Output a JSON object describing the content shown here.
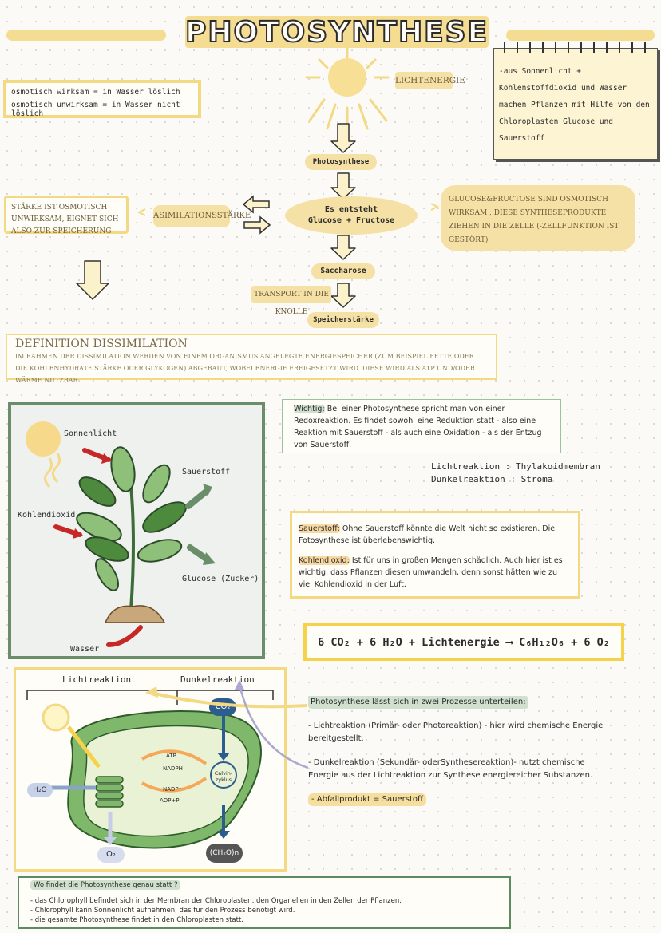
{
  "title": "PHOTOSYNTHESE",
  "osmotic": {
    "line1": "osmotisch wirksam = in Wasser löslich",
    "line2": "osmotisch unwirksam = in Wasser nicht löslich"
  },
  "light_label": "LICHTENERGIE",
  "note_card": "-aus Sonnenlicht + Kohlenstoffdioxid und Wasser machen Pflanzen mit Hilfe von den Chloroplasten Glucose und Sauerstoff",
  "flow": {
    "photosynthese": "Photosynthese",
    "glucose": "Es entsteht Glucose + Fructose",
    "saccharose": "Saccharose",
    "transport": "TRANSPORT IN DIE KNOLLE",
    "speicherstaerke": "Speicherstärke",
    "assim": "ASIMILATIONSSTÄRKE",
    "staerke_note": "STÄRKE IST OSMOTISCH UNWIRKSAM, EIGNET SICH ALSO ZUR SPEICHERUNG",
    "glucose_note": "GLUCOSE&FRUCTOSE SIND OSMOTISCH WIRKSAM , DIESE SYNTHESEPRODUKTE ZIEHEN IN DIE ZELLE (-ZELLFUNKTION IST GESTÖRT)"
  },
  "definition": {
    "heading": "DEFINITION DISSIMILATION",
    "text": "IM RAHMEN DER DISSIMILATION WERDEN VON EINEM ORGANISMUS ANGELEGTE ENERGIESPEICHER (ZUM BEISPIEL FETTE ODER DIE KOHLENHYDRATE STÄRKE ODER GLYKOGEN) ABGEBAUT, WOBEI ENERGIE FREIGESETZT WIRD. DIESE WIRD ALS ATP UND/ODER WÄRME NUTZBAR."
  },
  "plant": {
    "sonnenlicht": "Sonnenlicht",
    "sauerstoff": "Sauerstoff",
    "kohlendioxid": "Kohlendioxid",
    "glucose": "Glucose (Zucker)",
    "wasser": "Wasser"
  },
  "wichtig": {
    "label": "Wichtig:",
    "text": "Bei einer Photosynthese spricht man von einer Redoxreaktion. Es findet sowohl eine Reduktion statt - also eine Reaktion mit Sauerstoff - als auch eine Oxidation - als der Entzug von Sauerstoff."
  },
  "reaktion_orte": {
    "licht": "Lichtreaktion : Thylakoidmembran",
    "dunkel": "Dunkelreaktion : Stroma"
  },
  "sauerstoff_box": {
    "label1": "Sauerstoff:",
    "text1": "Ohne Sauerstoff könnte die Welt nicht so existieren. Die Fotosynthese ist überlebenswichtig.",
    "label2": "Kohlendioxid:",
    "text2": "Ist für uns in großen Mengen schädlich. Auch hier ist es wichtig, dass Pflanzen diesen umwandeln, denn sonst hätten wie zu viel Kohlendioxid in der Luft."
  },
  "equation": "6 CO₂ + 6 H₂O + Lichtenergie ⟶ C₆H₁₂O₆ + 6 O₂",
  "chloroplast": {
    "licht": "Lichtreaktion",
    "dunkel": "Dunkelreaktion",
    "co2": "CO₂",
    "h2o": "H₂O",
    "o2": "O₂",
    "ch2o": "(CH₂O)n",
    "atp": "ATP",
    "nadph": "NADPH",
    "adp": "ADP+Pi",
    "nadp": "NADP⁺",
    "calvin": "Calvin-zyklus"
  },
  "processes": {
    "intro": "Photosynthese lässt sich in zwei Prozesse unterteilen:",
    "licht": "- Lichtreaktion (Primär- oder Photoreaktion) - hier wird chemische Energie bereitgestellt.",
    "dunkel": "- Dunkelreaktion (Sekundär- oderSynthesereaktion)- nutzt chemische Energie aus der Lichtreaktion zur Synthese energiereicher Substanzen.",
    "abfall": "- Abfallprodukt = Sauerstoff"
  },
  "where": {
    "question": "Wo findet die Photosynthese genau statt ?",
    "line1": "- das Chlorophyll befindet sich in der Membran der Chloroplasten, den Organellen in den Zellen der Pflanzen.",
    "line2": "- Chlorophyll kann Sonnenlicht aufnehmen, das für den Prozess benötigt wird.",
    "line3": "- die gesamte Photosynthese findet in den Chloroplasten statt."
  },
  "colors": {
    "yellow": "#f3d983",
    "green": "#5d8a5e",
    "orange": "#f6c77a"
  }
}
